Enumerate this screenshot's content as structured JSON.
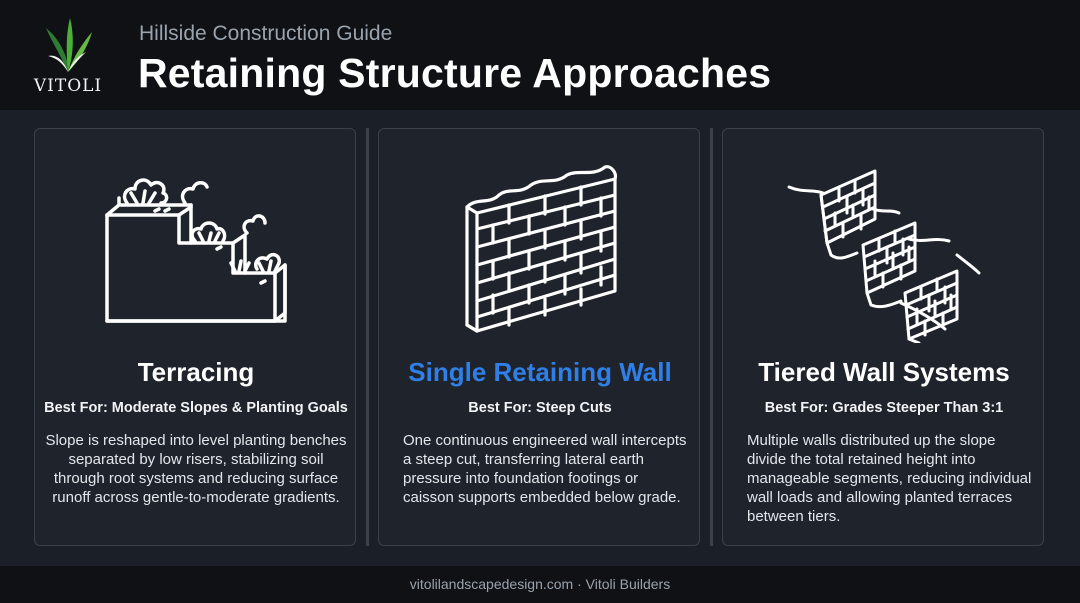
{
  "header": {
    "subtitle": "Hillside Construction Guide",
    "title": "Retaining Structure Approaches",
    "logo_text": "VITOLI",
    "logo_icon": "leaf-icon"
  },
  "cards": [
    {
      "title": "Terracing",
      "best_for": "Best For: Moderate Slopes & Planting Goals",
      "description": "Slope is reshaped into level planting benches separated by low risers, stabilizing soil through root systems and reducing surface runoff across gentle-to-moderate gradients.",
      "icon": "terrace-steps-icon"
    },
    {
      "title": "Single Retaining Wall",
      "best_for": "Best For: Steep Cuts",
      "description": "One continuous engineered wall intercepts a steep cut, transferring lateral earth pressure into foundation footings or caisson supports embedded below grade.",
      "icon": "brick-wall-icon"
    },
    {
      "title": "Tiered Wall Systems",
      "best_for": "Best For: Grades Steeper Than 3:1",
      "description": "Multiple walls distributed up the slope divide the total retained height into manageable segments, reducing individual wall loads and allowing planted terraces between tiers.",
      "icon": "tiered-walls-icon"
    }
  ],
  "footer": {
    "text": "vitolilandscapedesign.com · Vitoli Builders"
  },
  "colors": {
    "background": "#1b2028",
    "header": "#0f1115",
    "accent": "#2f7fe6",
    "leaf_green": "#4caf3a"
  }
}
